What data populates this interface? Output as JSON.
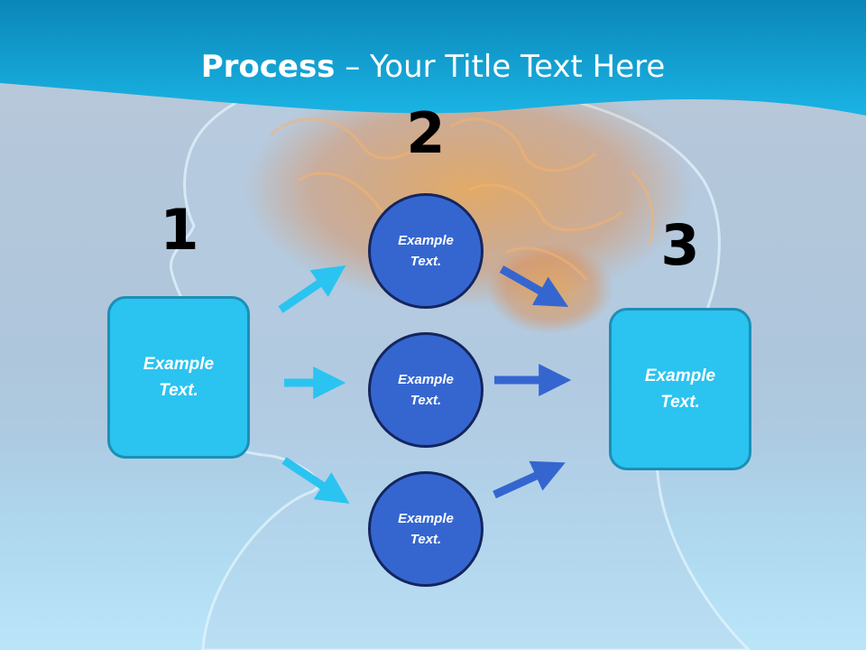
{
  "slide": {
    "title_bold": "Process",
    "title_rest": " – Your Title Text Here"
  },
  "stages": [
    {
      "number": "1"
    },
    {
      "number": "2"
    },
    {
      "number": "3"
    }
  ],
  "nodes": {
    "left_box": "Example\nText.",
    "top_circle": "Example\nText.",
    "middle_circle": "Example\nText.",
    "bottom_circle": "Example\nText.",
    "right_box": "Example\nText."
  },
  "colors": {
    "header_band": "#12a7d8",
    "box_fill": "#2bc3f0",
    "circle_fill": "#3566d0",
    "arrow_light": "#2bc3f0",
    "arrow_dark": "#3566d0"
  },
  "icons": {
    "background": "human-head-brain-xray"
  }
}
